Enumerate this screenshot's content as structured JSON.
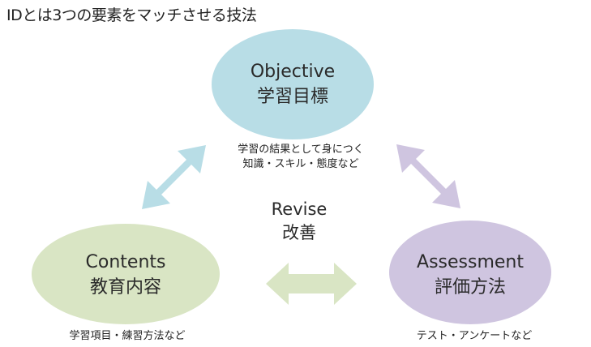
{
  "title": "IDとは3つの要素をマッチさせる技法",
  "nodes": {
    "objective": {
      "label_en": "Objective",
      "label_ja": "学習目標",
      "color": "#b8dde6",
      "caption_line1": "学習の結果として身につく",
      "caption_line2": "知識・スキル・態度など"
    },
    "contents": {
      "label_en": "Contents",
      "label_ja": "教育内容",
      "color": "#d9e5c4",
      "caption_line1": "学習項目・練習方法など"
    },
    "assessment": {
      "label_en": "Assessment",
      "label_ja": "評価方法",
      "color": "#cfc5e0",
      "caption_line1": "テスト・アンケートなど"
    }
  },
  "center": {
    "label_en": "Revise",
    "label_ja": "改善"
  },
  "arrows": {
    "objective_contents_color": "#b8dde6",
    "objective_assessment_color": "#cfc5e0",
    "contents_assessment_color": "#d9e5c4"
  }
}
